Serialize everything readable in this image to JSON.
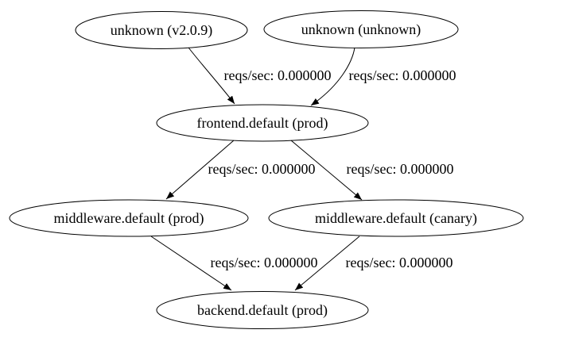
{
  "diagram": {
    "type": "directed-graph",
    "background_color": "#ffffff",
    "stroke_color": "#000000",
    "text_color": "#000000",
    "nodes": [
      {
        "id": "unknown-v2-0-9",
        "label": "unknown (v2.0.9)"
      },
      {
        "id": "unknown-unknown",
        "label": "unknown (unknown)"
      },
      {
        "id": "frontend-default-prod",
        "label": "frontend.default (prod)"
      },
      {
        "id": "middleware-default-prod",
        "label": "middleware.default (prod)"
      },
      {
        "id": "middleware-default-canary",
        "label": "middleware.default (canary)"
      },
      {
        "id": "backend-default-prod",
        "label": "backend.default (prod)"
      }
    ],
    "edges": [
      {
        "from": "unknown-v2-0-9",
        "to": "frontend-default-prod",
        "label": "reqs/sec: 0.000000"
      },
      {
        "from": "unknown-unknown",
        "to": "frontend-default-prod",
        "label": "reqs/sec: 0.000000"
      },
      {
        "from": "frontend-default-prod",
        "to": "middleware-default-prod",
        "label": "reqs/sec: 0.000000"
      },
      {
        "from": "frontend-default-prod",
        "to": "middleware-default-canary",
        "label": "reqs/sec: 0.000000"
      },
      {
        "from": "middleware-default-prod",
        "to": "backend-default-prod",
        "label": "reqs/sec: 0.000000"
      },
      {
        "from": "middleware-default-canary",
        "to": "backend-default-prod",
        "label": "reqs/sec: 0.000000"
      }
    ]
  }
}
